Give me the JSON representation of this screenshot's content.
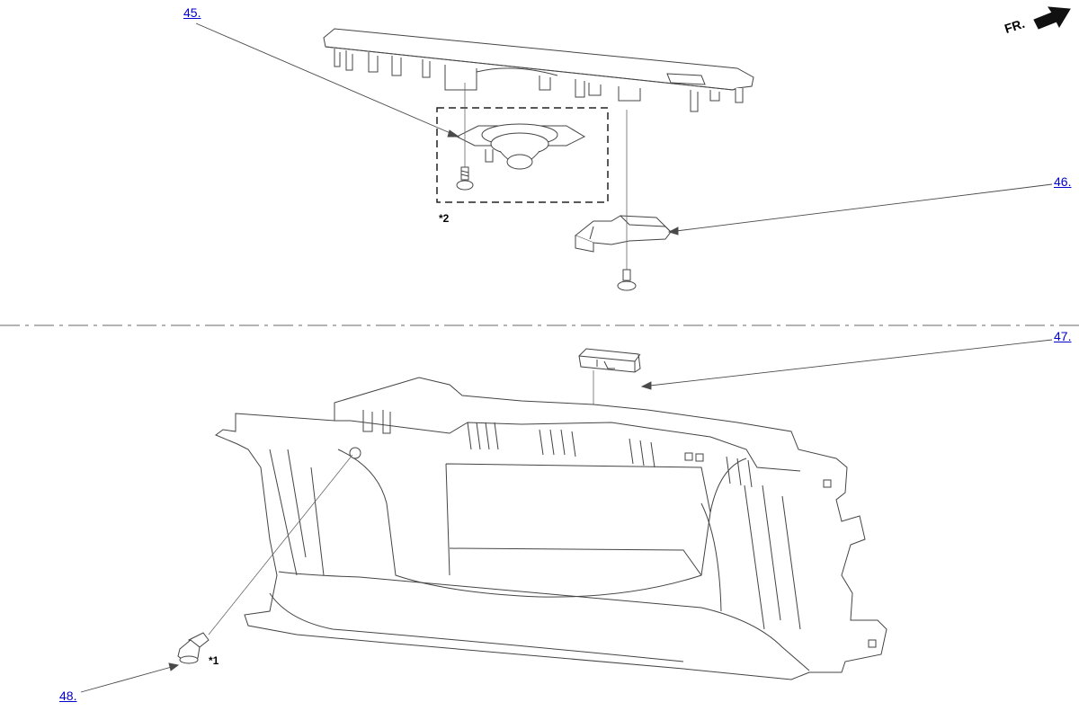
{
  "callouts": [
    {
      "id": "c45",
      "label": "45."
    },
    {
      "id": "c46",
      "label": "46."
    },
    {
      "id": "c47",
      "label": "47."
    },
    {
      "id": "c48",
      "label": "48."
    }
  ],
  "notes": {
    "note1": "*1",
    "note2": "*2"
  },
  "direction": {
    "label": "FR."
  },
  "colors": {
    "link": "#0000cc",
    "line": "#4a4a4a",
    "separator": "#9a9a9a"
  }
}
